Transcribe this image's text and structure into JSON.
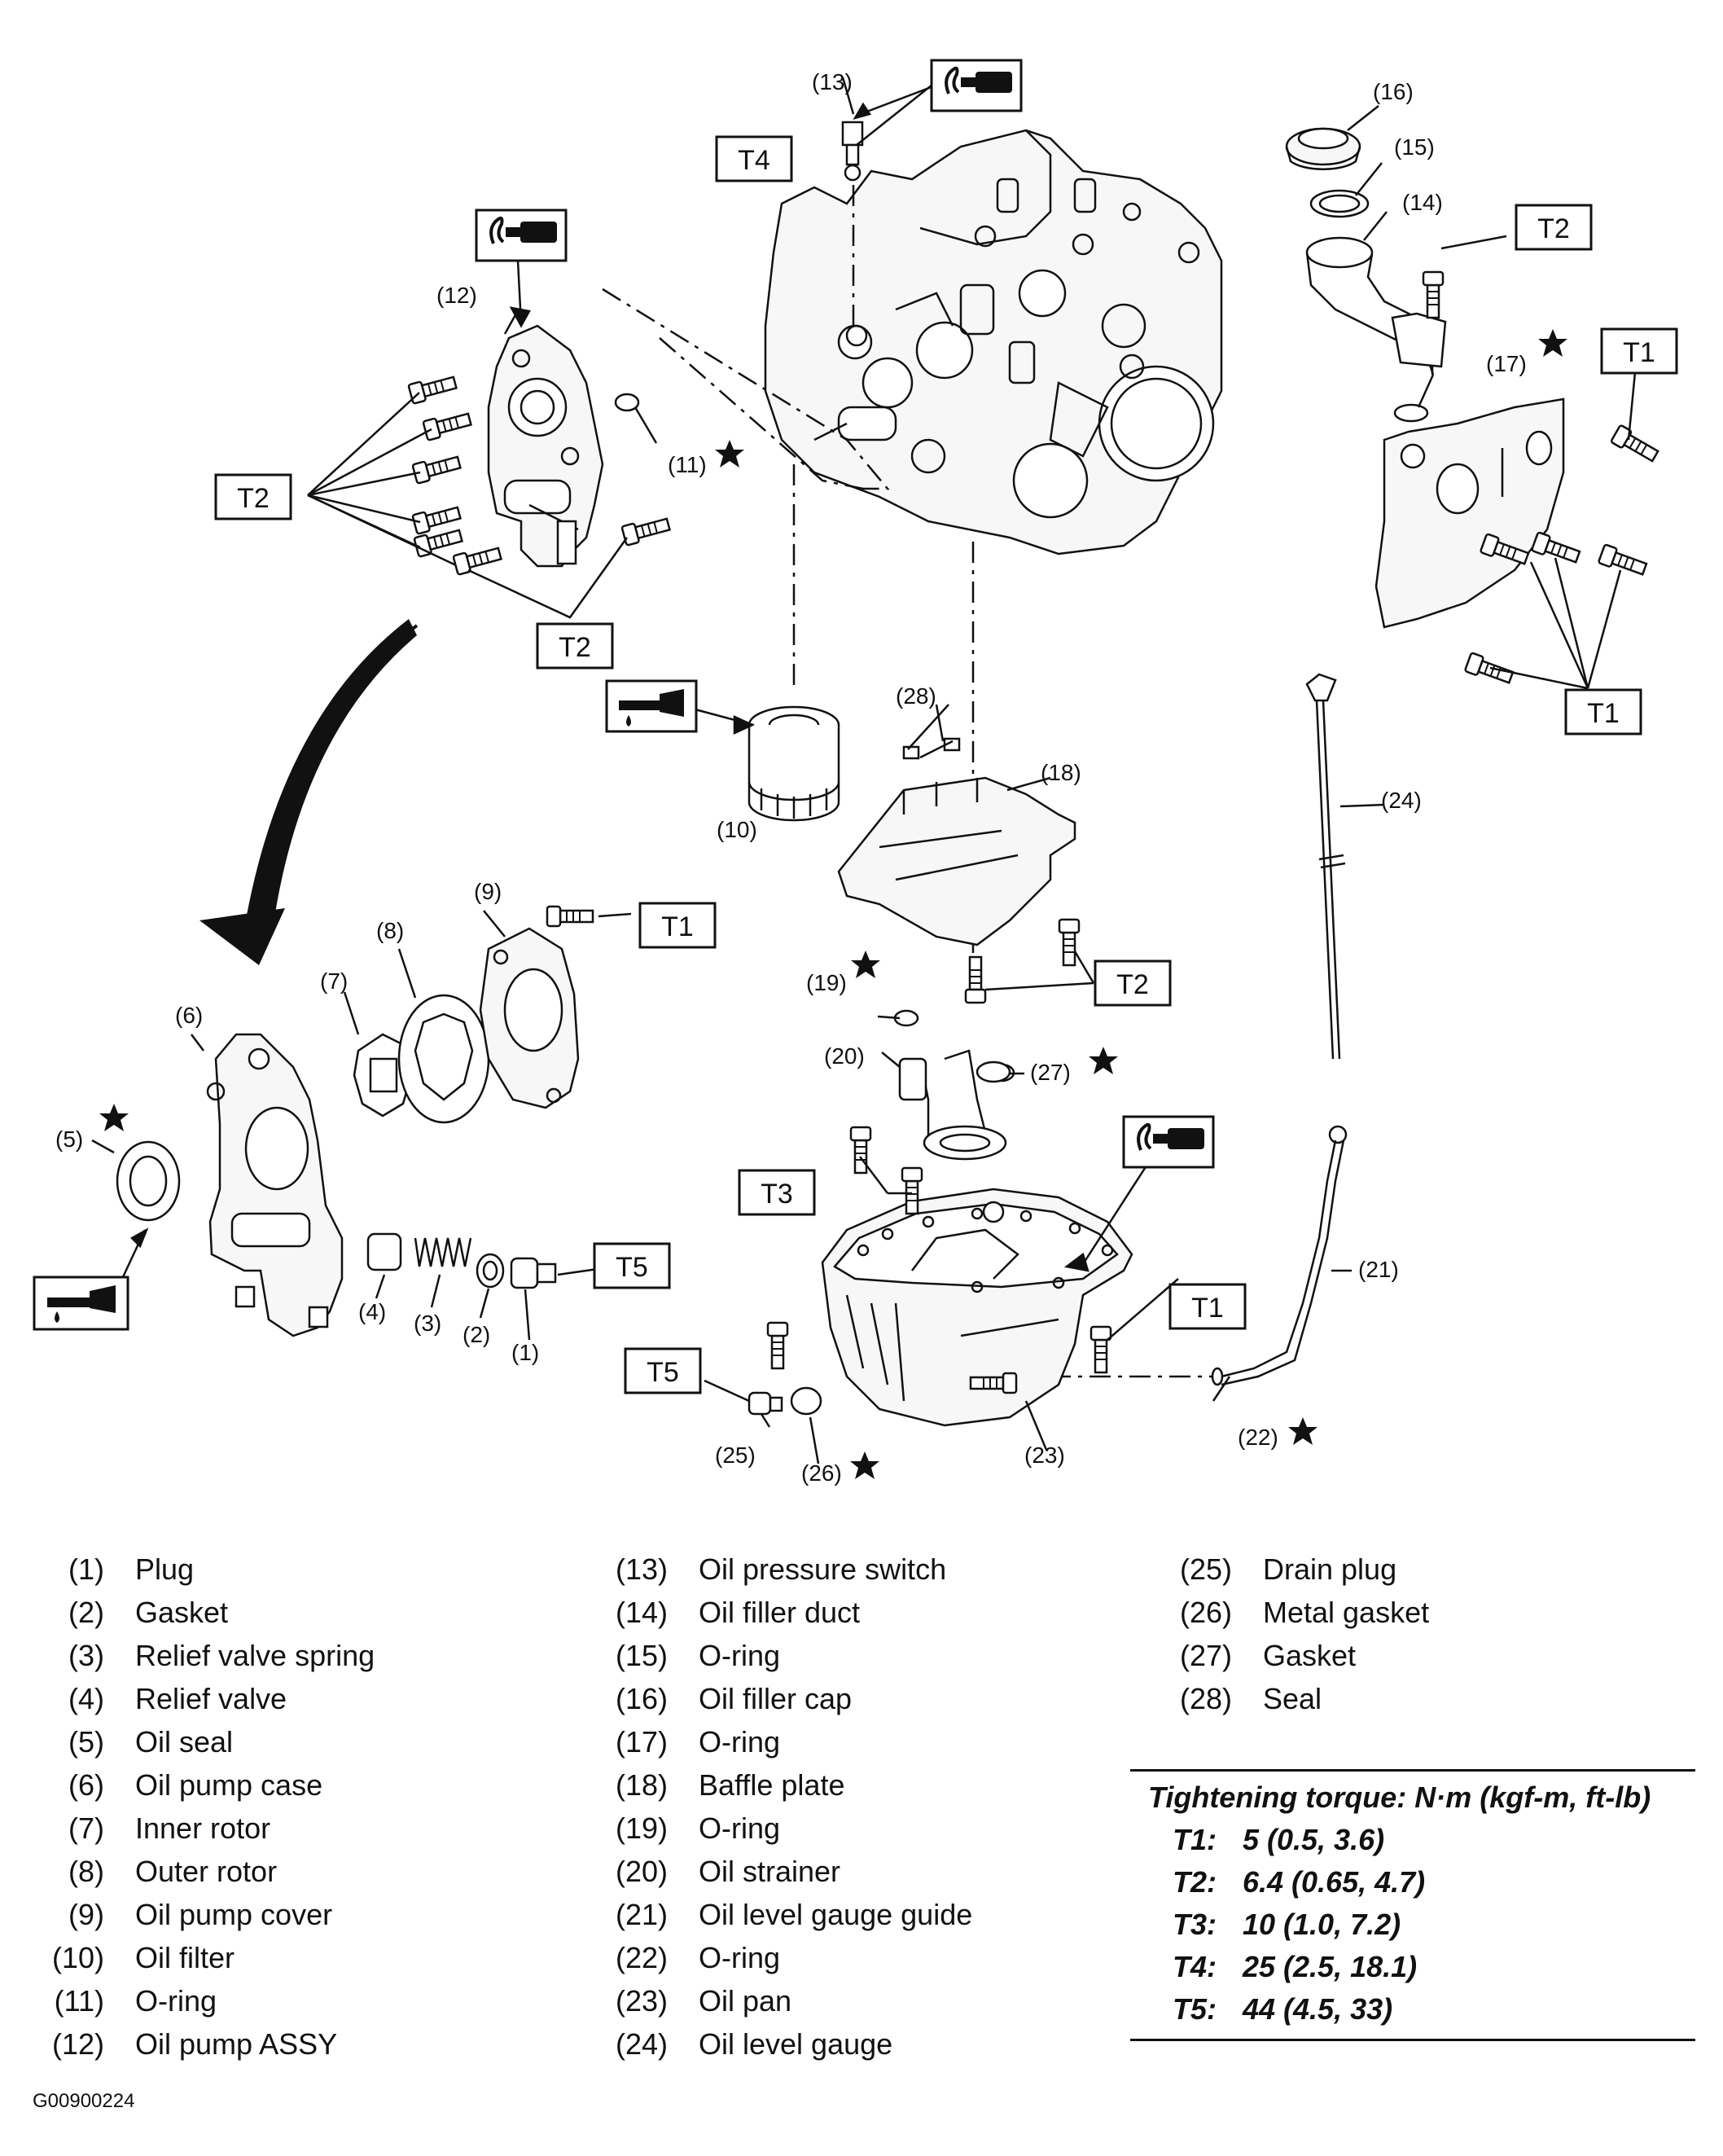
{
  "callouts": {
    "c1": "(1)",
    "c2": "(2)",
    "c3": "(3)",
    "c4": "(4)",
    "c5": "(5)",
    "c6": "(6)",
    "c7": "(7)",
    "c8": "(8)",
    "c9": "(9)",
    "c10": "(10)",
    "c11": "(11)",
    "c12": "(12)",
    "c13": "(13)",
    "c14": "(14)",
    "c15": "(15)",
    "c16": "(16)",
    "c17": "(17)",
    "c18": "(18)",
    "c19": "(19)",
    "c20": "(20)",
    "c21": "(21)",
    "c22": "(22)",
    "c23": "(23)",
    "c24": "(24)",
    "c25": "(25)",
    "c26": "(26)",
    "c27": "(27)",
    "c28": "(28)"
  },
  "torque_labels": {
    "T1": "T1",
    "T2": "T2",
    "T3": "T3",
    "T4": "T4",
    "T5": "T5"
  },
  "legend": [
    [
      {
        "num": "(1)",
        "name": "Plug"
      },
      {
        "num": "(2)",
        "name": "Gasket"
      },
      {
        "num": "(3)",
        "name": "Relief valve spring"
      },
      {
        "num": "(4)",
        "name": "Relief valve"
      },
      {
        "num": "(5)",
        "name": "Oil seal"
      },
      {
        "num": "(6)",
        "name": "Oil pump case"
      },
      {
        "num": "(7)",
        "name": "Inner rotor"
      },
      {
        "num": "(8)",
        "name": "Outer rotor"
      },
      {
        "num": "(9)",
        "name": "Oil pump cover"
      },
      {
        "num": "(10)",
        "name": "Oil filter"
      },
      {
        "num": "(11)",
        "name": "O-ring"
      },
      {
        "num": "(12)",
        "name": "Oil pump ASSY"
      }
    ],
    [
      {
        "num": "(13)",
        "name": "Oil pressure switch"
      },
      {
        "num": "(14)",
        "name": "Oil filler duct"
      },
      {
        "num": "(15)",
        "name": "O-ring"
      },
      {
        "num": "(16)",
        "name": "Oil filler cap"
      },
      {
        "num": "(17)",
        "name": "O-ring"
      },
      {
        "num": "(18)",
        "name": "Baffle plate"
      },
      {
        "num": "(19)",
        "name": "O-ring"
      },
      {
        "num": "(20)",
        "name": "Oil strainer"
      },
      {
        "num": "(21)",
        "name": "Oil level gauge guide"
      },
      {
        "num": "(22)",
        "name": "O-ring"
      },
      {
        "num": "(23)",
        "name": "Oil pan"
      },
      {
        "num": "(24)",
        "name": "Oil level gauge"
      }
    ],
    [
      {
        "num": "(25)",
        "name": "Drain plug"
      },
      {
        "num": "(26)",
        "name": "Metal gasket"
      },
      {
        "num": "(27)",
        "name": "Gasket"
      },
      {
        "num": "(28)",
        "name": "Seal"
      }
    ]
  ],
  "torque": {
    "title": "Tightening torque: N·m (kgf-m, ft-lb)",
    "rows": [
      {
        "key": "T1:",
        "value": "5 (0.5, 3.6)"
      },
      {
        "key": "T2:",
        "value": "6.4 (0.65, 4.7)"
      },
      {
        "key": "T3:",
        "value": "10 (1.0, 7.2)"
      },
      {
        "key": "T4:",
        "value": "25 (2.5, 18.1)"
      },
      {
        "key": "T5:",
        "value": "44 (4.5, 33)"
      }
    ]
  },
  "figure_id": "G00900224",
  "icons": {
    "sealant": "sealant-tube-icon",
    "oil": "oil-drop-icon",
    "new_part": "star-icon"
  }
}
